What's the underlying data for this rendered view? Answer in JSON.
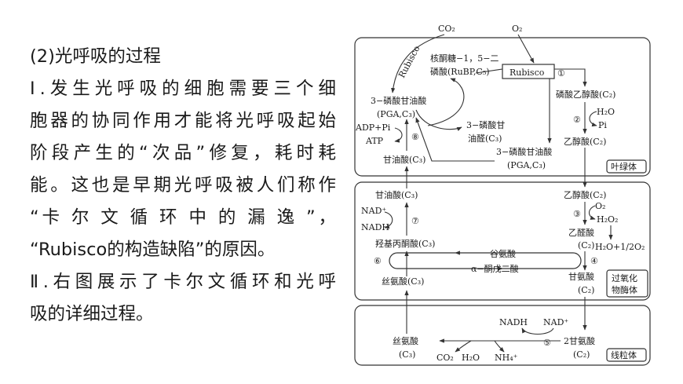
{
  "text": {
    "heading": "(2)光呼吸的过程",
    "line1": "Ⅰ.发生光呼吸的细胞需要三个细",
    "line2": "胞器的协同作用才能将光呼吸起始",
    "line3": "阶段产生的“次品”修复，耗时耗",
    "line4": "能。这也是早期光呼吸被人们称作",
    "line5": "“卡 尔 文 循 环 中 的 漏 逸 ”，",
    "line6": "“Rubisco的构造缺陷”的原因。",
    "line7": "Ⅱ.右图展示了卡尔文循环和光呼",
    "line8": "吸的详细过程。"
  },
  "diagram": {
    "co2": "CO₂",
    "o2": "O₂",
    "rubisco_curve": "Rubisco",
    "rubisco_box": "Rubisco",
    "rubp_1": "核酮糖−1，5−二",
    "rubp_2": "磷酸(RuBP,C₅)",
    "pga_1": "3−磷酸甘油酸",
    "pga_2": "(PGA,C₃)",
    "g3p_1": "3−磷酸甘",
    "g3p_2": "油醛(C₃)",
    "pga2_1": "3−磷酸甘油酸",
    "pga2_2": "(PGA,C₃)",
    "adp": "ADP+Pi",
    "atp": "ATP",
    "glycerate_chl": "甘油酸(C₃)",
    "phosphoglycolate": "磷酸乙醇酸(C₂)",
    "h2o_1": "H₂O",
    "pi": "Pi",
    "glycolate_chl": "乙醇酸(C₂)",
    "chloroplast": "叶绿体",
    "glycerate_per": "甘油酸(C₃)",
    "nad_plus": "NAD⁺",
    "nadh": "NADH",
    "hydroxypyruvate": "羟基丙酮酸(C₃)",
    "glutamate": "谷氨酸",
    "ketoglutarate": "α−酮戊二酸",
    "serine_per": "丝氨酸(C₃)",
    "glycolate_per": "乙醇酸(C₂)",
    "o2_per": "O₂",
    "h2o2": "H₂O₂",
    "glyoxylate": "乙醛酸",
    "c2_glyox": "(C₂)",
    "h2o_half_o2": "H₂O+1/2O₂",
    "glycine": "甘氨酸",
    "c2_gly": "(C₂)",
    "peroxisome_1": "过氧化",
    "peroxisome_2": "物酶体",
    "nadh_mito": "NADH",
    "nad_mito": "NAD⁺",
    "serine_mito": "丝氨酸",
    "c3_ser": "(C₃)",
    "two_glycine": "2甘氨酸",
    "c2_2gly": "(C₂)",
    "co2_mito": "CO₂",
    "h2o_mito": "H₂O",
    "nh4": "NH₄⁺",
    "mitochondria": "线粒体",
    "steps": [
      "①",
      "②",
      "③",
      "④",
      "⑤",
      "⑥",
      "⑦",
      "⑧"
    ]
  }
}
